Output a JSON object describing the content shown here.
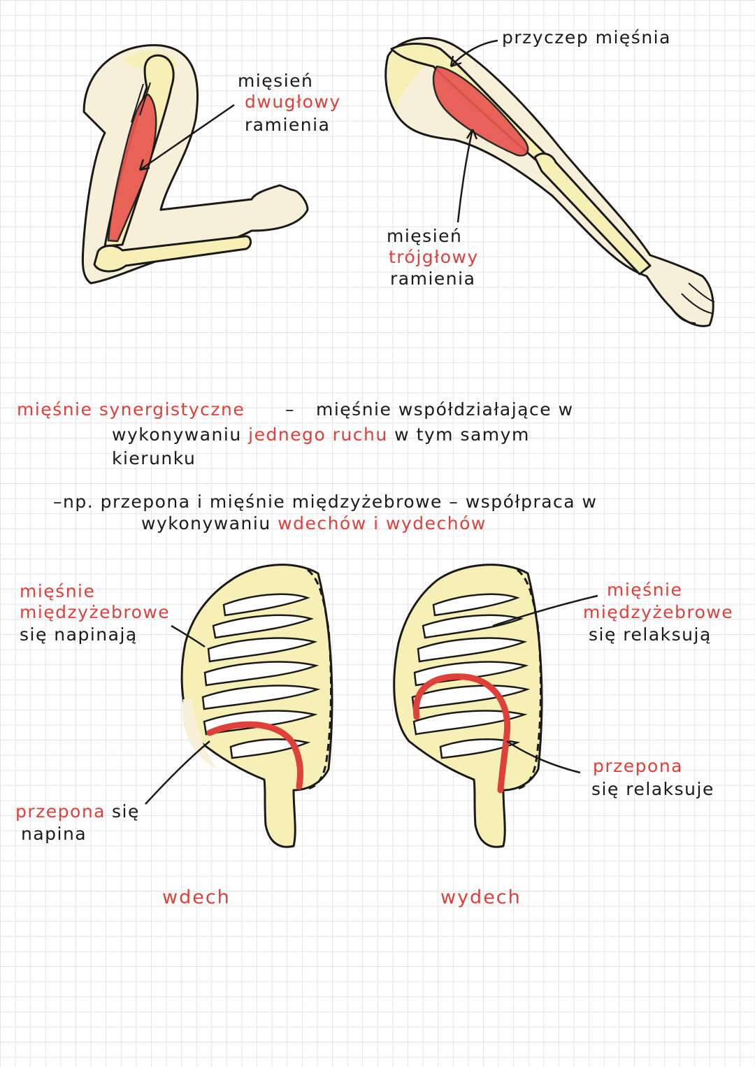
{
  "colors": {
    "muscle_red": "#e0403a",
    "bone_yellow": "#f7f0b6",
    "skin_beige": "#f8efd9",
    "ink": "#1a1a1a"
  },
  "arm_flexed": {
    "label_line1": "mięsień",
    "label_line2": "dwugłowy",
    "label_line3": "ramienia"
  },
  "arm_extended": {
    "top_label": "przyczep mięśnia",
    "label_line1": "mięsień",
    "label_line2": "trójgłowy",
    "label_line3": "ramienia"
  },
  "definition": {
    "term": "mięśnie synergistyczne",
    "dash": "–",
    "text_part1": "mięśnie współdziałające w",
    "text_part2a": "wykonywaniu",
    "text_part2_highlight": "jednego ruchu",
    "text_part2b": "w tym samym",
    "text_part3": "kierunku"
  },
  "example": {
    "line1": "–np. przepona i mięśnie międzyżebrowe – współpraca w",
    "line2a": "wykonywaniu",
    "line2_highlight": "wdechów i wydechów"
  },
  "inhale": {
    "muscles_title_1": "mięśnie",
    "muscles_title_2": "międzyżebrowe",
    "muscles_state": "się napinają",
    "diaphragm_title": "przepona",
    "diaphragm_state_a": "się",
    "diaphragm_state_b": "napina",
    "caption": "wdech"
  },
  "exhale": {
    "muscles_title_1": "mięśnie",
    "muscles_title_2": "międzyżebrowe",
    "muscles_state": "się relaksują",
    "diaphragm_title": "przepona",
    "diaphragm_state": "się relaksuje",
    "caption": "wydech"
  }
}
